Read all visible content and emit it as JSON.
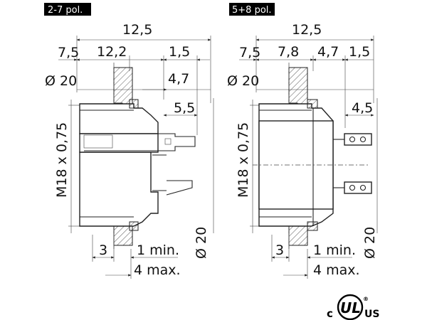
{
  "variants": [
    {
      "tag": "2-7 pol.",
      "dims": {
        "overall": "12,5",
        "left": "7,5",
        "mid": "12,2",
        "right": "1,5",
        "depth": "4,7",
        "pin": "5,5",
        "dia": "Ø 20",
        "thread": "M18 x 0,75",
        "bottom_left": "3",
        "panel_min": "1 min.",
        "panel_max": "4 max.",
        "dia_bottom": "Ø 20"
      }
    },
    {
      "tag": "5+8 pol.",
      "dims": {
        "overall": "12,5",
        "left": "7,5",
        "mid": "7,8",
        "mid2": "4,7",
        "right": "1,5",
        "pin": "4,5",
        "dia": "Ø 20",
        "thread": "M18 x 0,75",
        "bottom_left": "3",
        "panel_min": "1 min.",
        "panel_max": "4 max.",
        "dia_bottom": "Ø 20"
      }
    }
  ],
  "cert": {
    "c": "c",
    "mark": "UL",
    "us": "US",
    "r": "®"
  }
}
